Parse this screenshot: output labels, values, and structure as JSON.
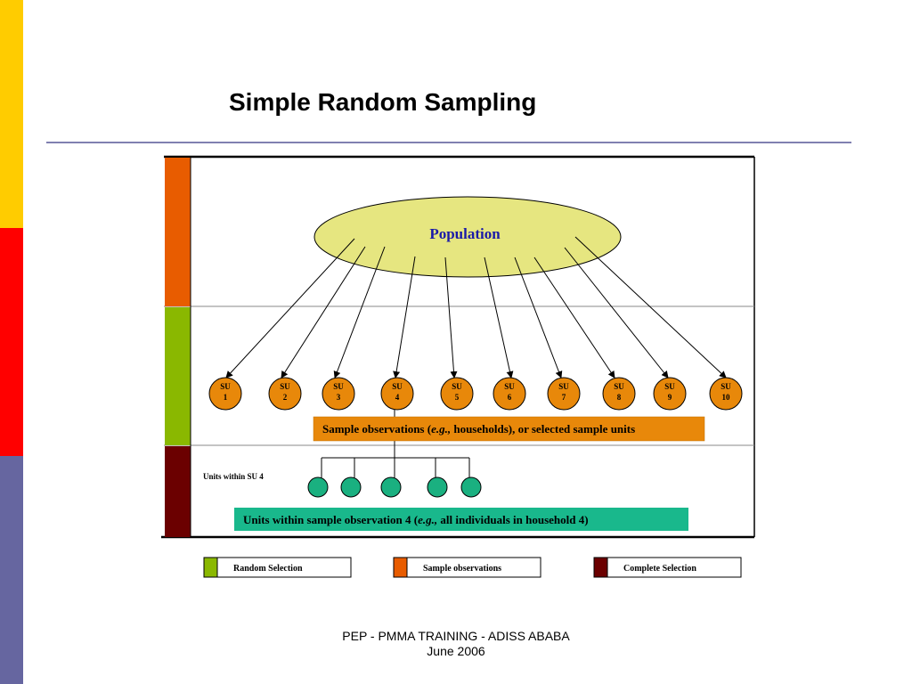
{
  "title": "Simple Random Sampling",
  "footer": {
    "line1": "PEP - PMMA TRAINING - ADISS ABABA",
    "line2": "June 2006"
  },
  "diagram": {
    "population_label": "Population",
    "sample_units": [
      {
        "line1": "SU",
        "line2": "1"
      },
      {
        "line1": "SU",
        "line2": "2"
      },
      {
        "line1": "SU",
        "line2": "3"
      },
      {
        "line1": "SU",
        "line2": "4"
      },
      {
        "line1": "SU",
        "line2": "5"
      },
      {
        "line1": "SU",
        "line2": "6"
      },
      {
        "line1": "SU",
        "line2": "7"
      },
      {
        "line1": "SU",
        "line2": "8"
      },
      {
        "line1": "SU",
        "line2": "9"
      },
      {
        "line1": "SU",
        "line2": "10"
      }
    ],
    "sample_banner": {
      "pre": "Sample observations (",
      "italic": "e.g.,",
      "post": " households), or selected sample units"
    },
    "units_label": "Units within SU 4",
    "units_banner": {
      "pre": "Units within sample observation 4 (",
      "italic": "e.g.,",
      "post": " all individuals in household 4)"
    }
  },
  "legend": [
    {
      "label": "Random Selection",
      "color": "#8ab800"
    },
    {
      "label": "Sample observations",
      "color": "#e85c00"
    },
    {
      "label": "Complete Selection",
      "color": "#6b0000"
    }
  ],
  "colors": {
    "population_fill": "#e6e680",
    "su_fill": "#e8880a",
    "unit_fill": "#1ab080",
    "sample_banner": "#e8880a",
    "units_banner": "#19b88c",
    "population_text": "#1a1aa8"
  }
}
